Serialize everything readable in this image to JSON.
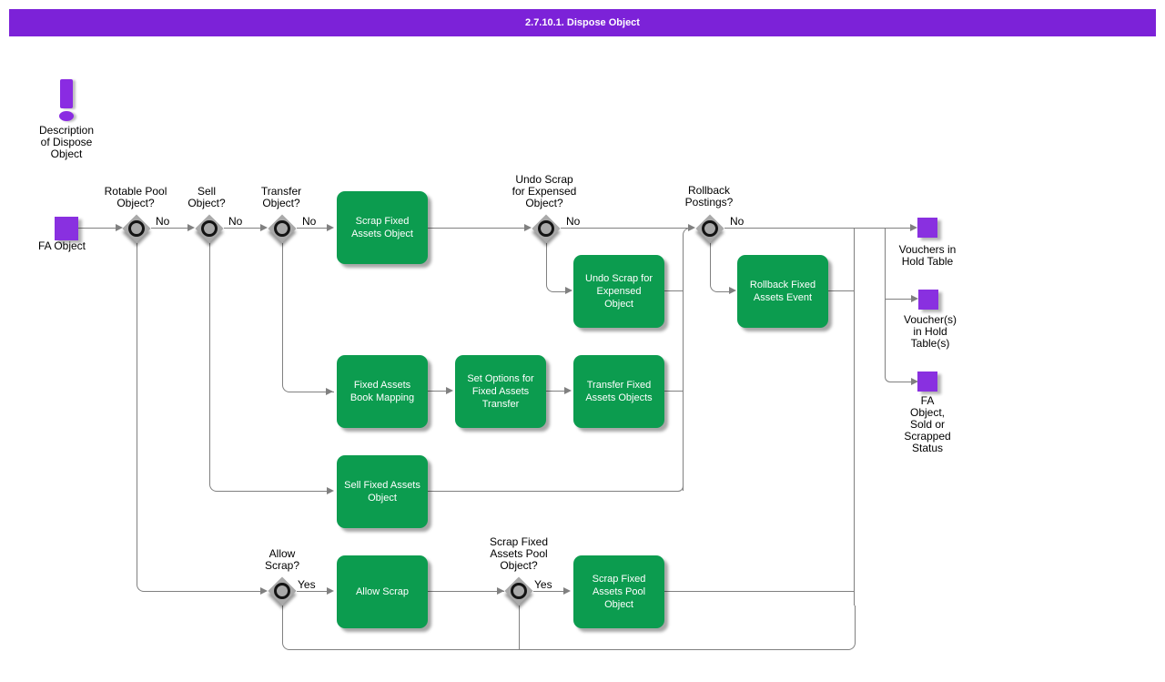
{
  "title_bar": {
    "text": "2.7.10.1. Dispose Object"
  },
  "colors": {
    "title_bar": "#7C22D8",
    "process_fill": "#0C9C4F",
    "terminal_fill": "#8930E0",
    "decision_fill": "#A9A9A9",
    "connector_line": "#808080",
    "process_text": "#ffffff",
    "label_text": "#000000"
  },
  "note": {
    "icon": "exclamation-icon",
    "label": "Description\nof Dispose\nObject"
  },
  "diagram": {
    "start": {
      "label": "FA Object"
    },
    "decisions": {
      "rotable": {
        "question": "Rotable Pool\nObject?",
        "right_label": "No"
      },
      "sell": {
        "question": "Sell\nObject?",
        "right_label": "No"
      },
      "transfer": {
        "question": "Transfer\nObject?",
        "right_label": "No"
      },
      "undo_scrap": {
        "question": "Undo Scrap\nfor Expensed\nObject?",
        "right_label": "No"
      },
      "rollback": {
        "question": "Rollback\nPostings?",
        "right_label": "No"
      },
      "allow_scrap": {
        "question": "Allow\nScrap?",
        "right_label": "Yes"
      },
      "scrap_pool": {
        "question": "Scrap Fixed\nAssets Pool\nObject?",
        "right_label": "Yes"
      }
    },
    "processes": {
      "scrap_fixed_assets_object": {
        "label": "Scrap Fixed\nAssets Object"
      },
      "undo_scrap_expensed": {
        "label": "Undo Scrap for\nExpensed\nObject"
      },
      "rollback_fixed_assets_event": {
        "label": "Rollback Fixed\nAssets Event"
      },
      "fixed_assets_book_mapping": {
        "label": "Fixed Assets\nBook Mapping"
      },
      "set_options_transfer": {
        "label": "Set Options for\nFixed Assets\nTransfer"
      },
      "transfer_fixed_assets_objects": {
        "label": "Transfer Fixed\nAssets Objects"
      },
      "sell_fixed_assets_object": {
        "label": "Sell Fixed Assets\nObject"
      },
      "allow_scrap": {
        "label": "Allow Scrap"
      },
      "scrap_pool_object": {
        "label": "Scrap Fixed\nAssets Pool\nObject"
      }
    },
    "ends": {
      "vouchers_hold": {
        "label": "Vouchers in\nHold Table"
      },
      "vouchers_hold_tables": {
        "label": "Voucher(s)\nin Hold\nTable(s)"
      },
      "fa_status": {
        "label": "FA\nObject,\nSold or\nScrapped\nStatus"
      }
    }
  }
}
